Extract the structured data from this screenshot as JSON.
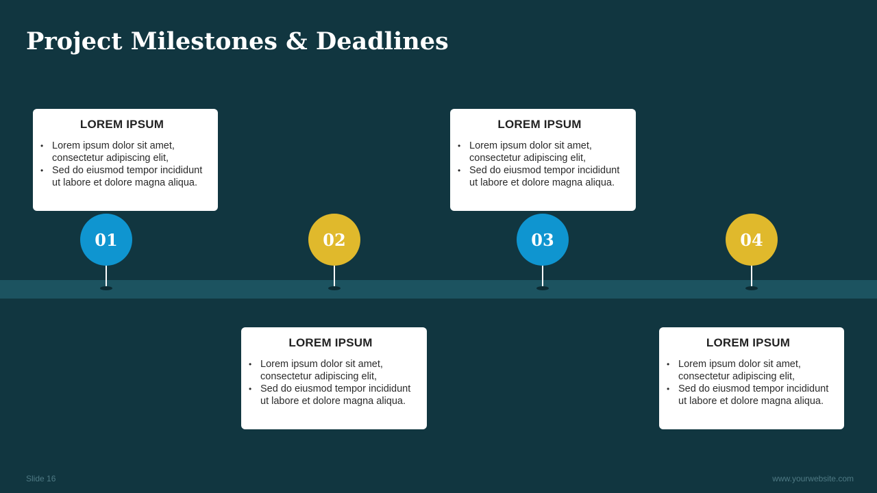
{
  "slide": {
    "title": "Project Milestones & Deadlines",
    "footer_left": "Slide 16",
    "footer_right": "www.yourwebsite.com"
  },
  "colors": {
    "background": "#113640",
    "band": "#1c5360",
    "blue": "#0f95d0",
    "yellow": "#e0b92c"
  },
  "milestones": [
    {
      "number": "01",
      "color": "blue",
      "title": "LOREM IPSUM",
      "bullets": [
        "Lorem ipsum dolor sit amet, consectetur adipiscing elit,",
        "Sed do eiusmod tempor incididunt ut labore et dolore magna aliqua."
      ]
    },
    {
      "number": "02",
      "color": "yellow",
      "title": "LOREM IPSUM",
      "bullets": [
        "Lorem ipsum dolor sit amet, consectetur adipiscing elit,",
        "Sed do eiusmod tempor incididunt ut labore et dolore magna aliqua."
      ]
    },
    {
      "number": "03",
      "color": "blue",
      "title": "LOREM IPSUM",
      "bullets": [
        "Lorem ipsum dolor sit amet, consectetur adipiscing elit,",
        "Sed do eiusmod tempor incididunt ut labore et dolore magna aliqua."
      ]
    },
    {
      "number": "04",
      "color": "yellow",
      "title": "LOREM IPSUM",
      "bullets": [
        "Lorem ipsum dolor sit amet, consectetur adipiscing elit,",
        "Sed do eiusmod tempor incididunt ut labore et dolore magna aliqua."
      ]
    }
  ]
}
